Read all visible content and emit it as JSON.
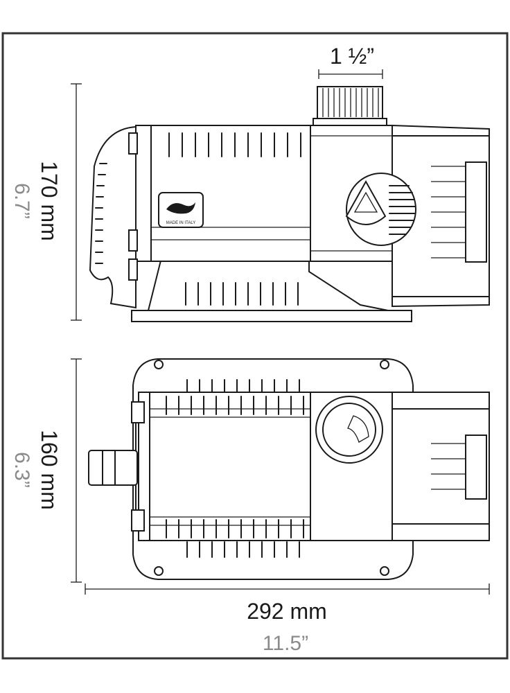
{
  "dimensions": {
    "outlet": {
      "label": "1 ½”"
    },
    "height": {
      "metric": "170 mm",
      "imperial": "6.7”"
    },
    "width": {
      "metric": "160 mm",
      "imperial": "6.3”"
    },
    "length": {
      "metric": "292 mm",
      "imperial": "11.5”"
    }
  },
  "logo": {
    "text": "MADE IN ITALY"
  }
}
